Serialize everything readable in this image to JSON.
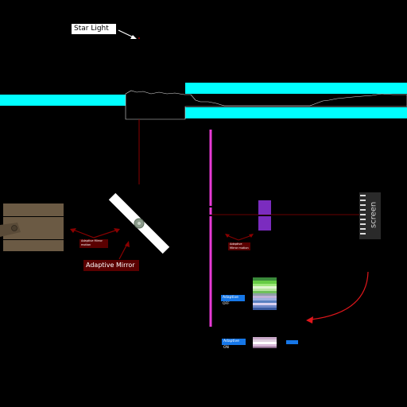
{
  "labels": {
    "star_light": "Star Light",
    "adaptive_mirror": "Adaptive Mirror",
    "mirror_motion_left": "Adaptive Mirror motion",
    "mirror_motion_right": "Adaptive Mirror motion",
    "adaptive_off": "Adaptive OFF",
    "adaptive_on": "Adaptive ON",
    "screen": "screen"
  },
  "colors": {
    "atmosphere": "#00ffff",
    "beam": "#8b0000",
    "beamsplitter": "#e83ad6",
    "lens": "#7b2cbf",
    "mirror": "#ffffff",
    "actuator": "#6b5a44",
    "label_bg": "#5a0000",
    "badge": "#1677e8",
    "arrow": "#e0161b"
  }
}
